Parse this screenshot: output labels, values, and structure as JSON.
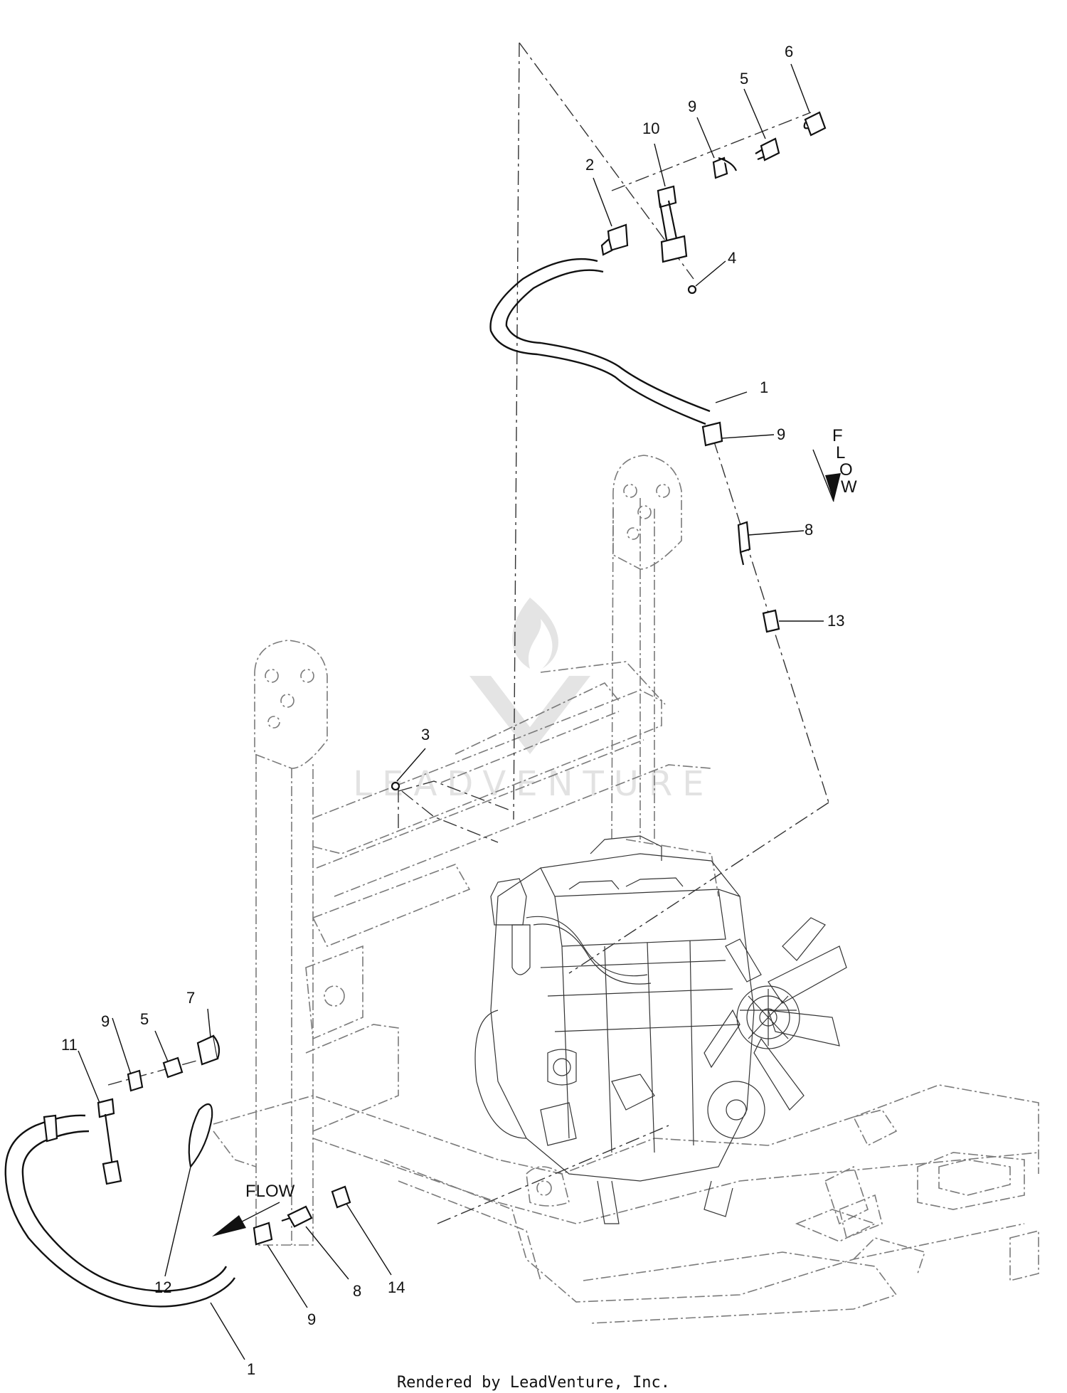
{
  "watermark": {
    "text": "LEADVENTURE"
  },
  "footer": {
    "text": "Rendered by LeadVenture, Inc."
  },
  "flow_upper": {
    "letters": [
      "F",
      "L",
      "O",
      "W"
    ]
  },
  "flow_lower": {
    "label": "FLOW"
  },
  "callouts": {
    "c6": "6",
    "c5a": "5",
    "c9a": "9",
    "c10": "10",
    "c2": "2",
    "c4": "4",
    "c1a": "1",
    "c9b": "9",
    "c8a": "8",
    "c13": "13",
    "c3": "3",
    "c7": "7",
    "c5b": "5",
    "c9c": "9",
    "c11": "11",
    "c12": "12",
    "c14": "14",
    "c8b": "8",
    "c9d": "9",
    "c1b": "1"
  }
}
